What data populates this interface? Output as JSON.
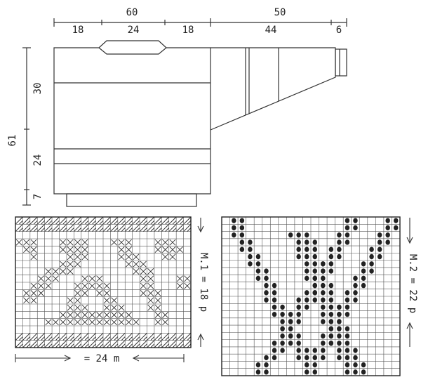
{
  "schematic": {
    "top_total": "60",
    "top_split": [
      "18",
      "24",
      "18"
    ],
    "sleeve_total": "50",
    "sleeve_split": [
      "44",
      "6"
    ],
    "side_total": "61",
    "side_split": [
      "30",
      "24",
      "7"
    ]
  },
  "chart_m1": {
    "height_label": "M.1 = 18 p",
    "width_label": "= 24 m",
    "cols": 24,
    "rows": 18
  },
  "chart_m2": {
    "height_label": "M.2 = 22 p",
    "cols": 22,
    "rows": 22
  },
  "colors": {
    "ink": "#222222",
    "grid": "#555555",
    "paper": "#ffffff"
  }
}
